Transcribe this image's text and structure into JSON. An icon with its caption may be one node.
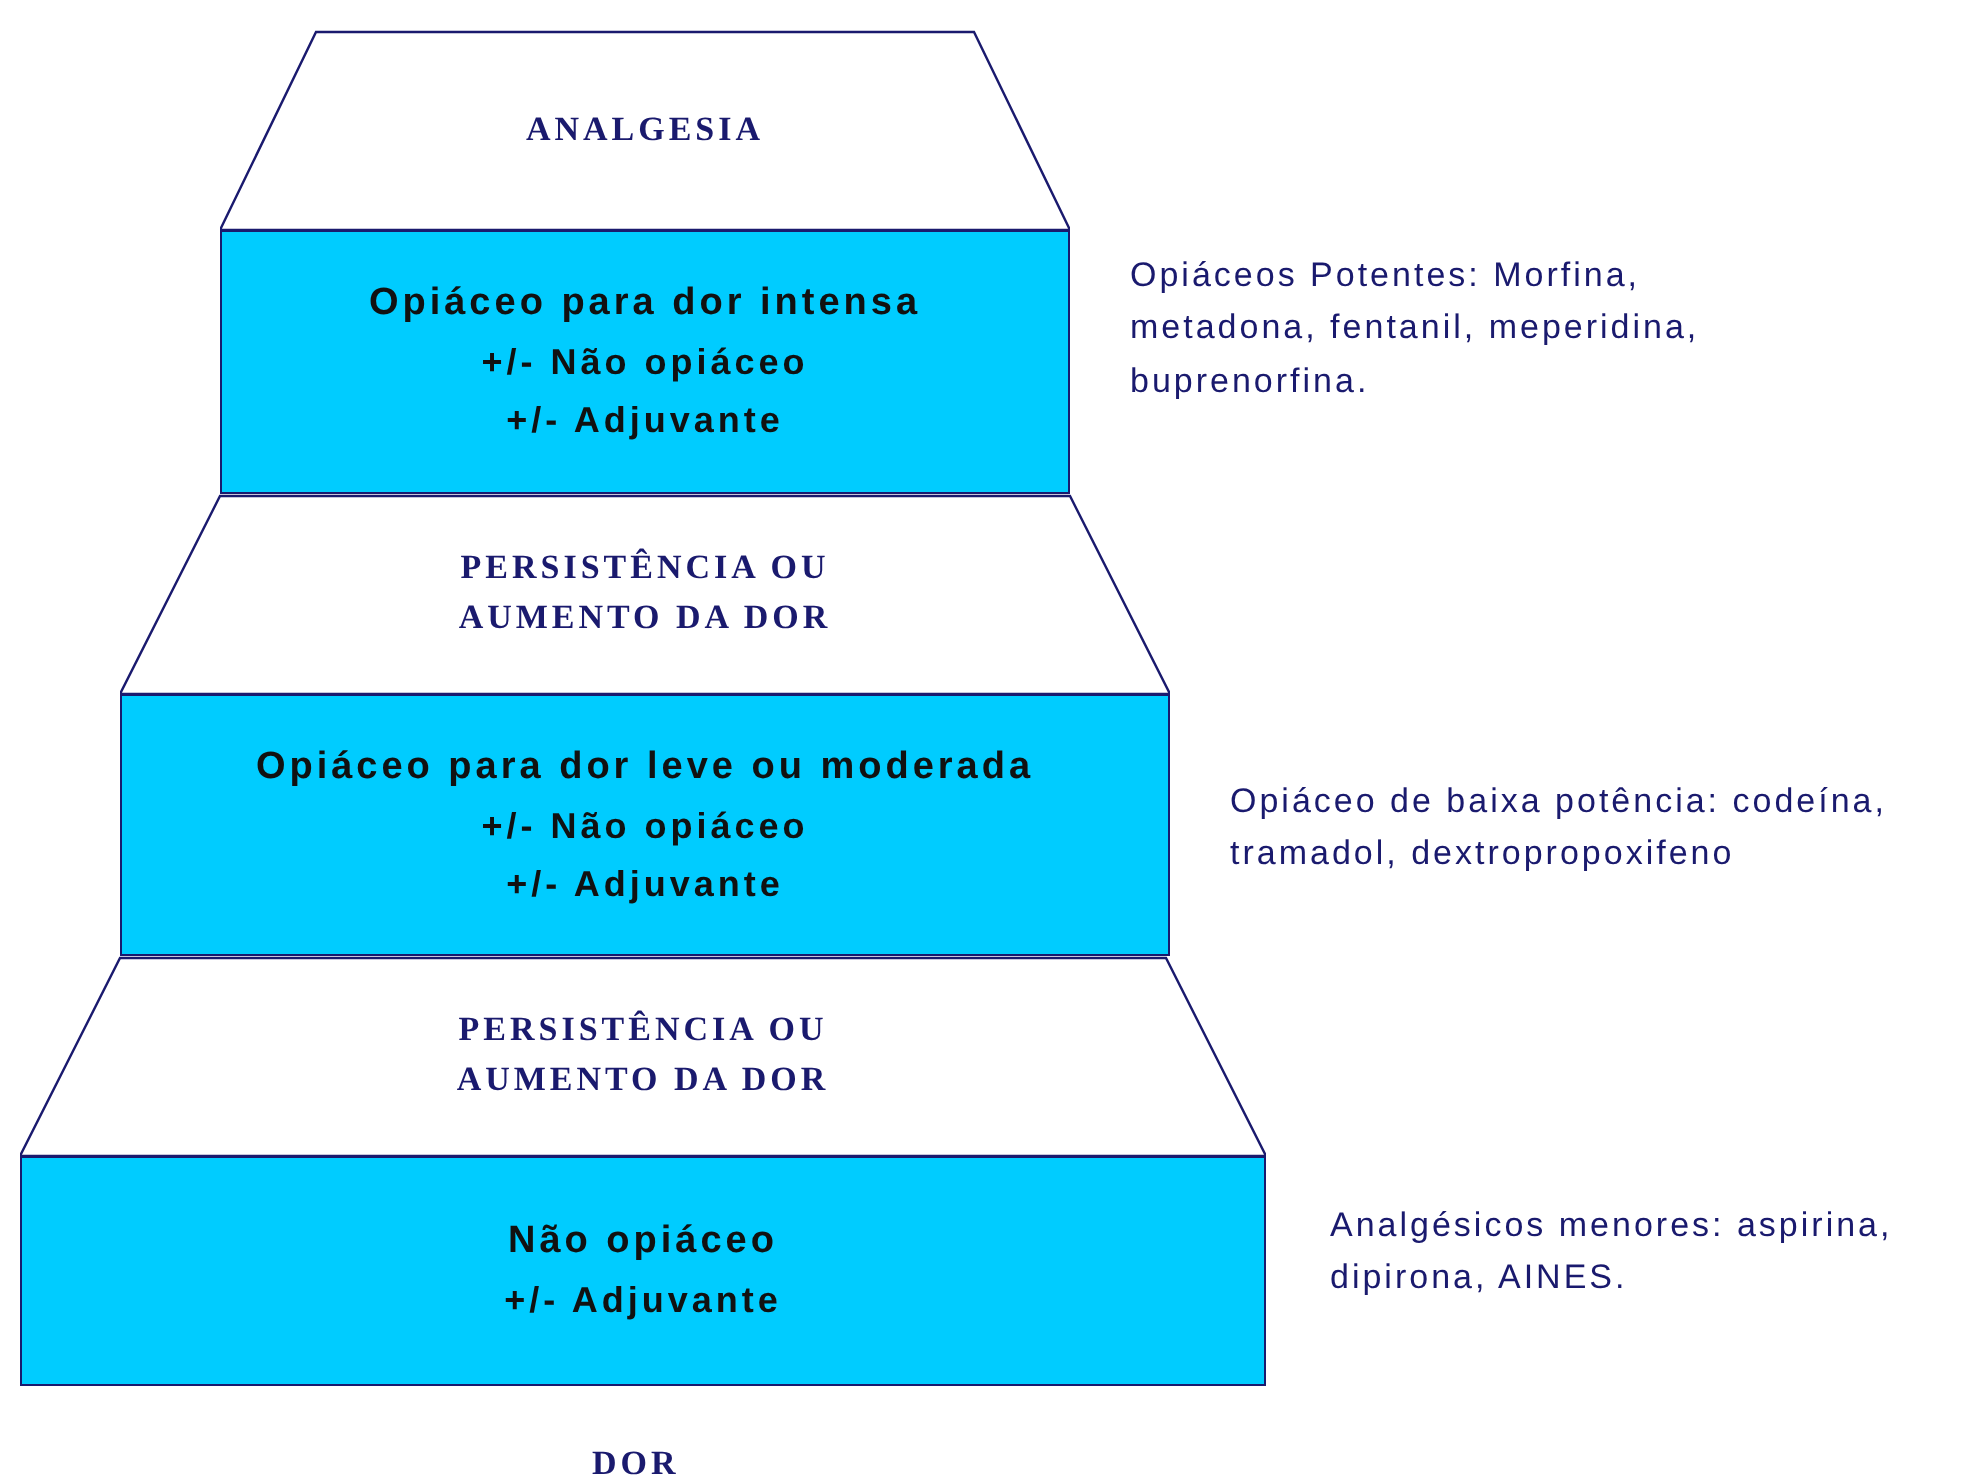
{
  "diagram": {
    "nodes": [
      {
        "text": [
          "ANALGESIA"
        ]
      },
      {
        "text": [
          "Opiáceo para dor intensa",
          "+/- Não opiáceo",
          "+/- Adjuvante"
        ],
        "beside": [
          "Opiáceos Potentes: Morfina, metadona, fentanil, meperidina, buprenorfina."
        ]
      },
      {
        "text": [
          "PERSISTÊNCIA OU AUMENTO DA DOR"
        ]
      },
      {
        "text": [
          "Opiáceo para dor leve ou moderada",
          "+/- Não opiáceo",
          "+/- Adjuvante"
        ],
        "beside": [
          "Opiáceo de baixa potência: codeína, tramadol, dextropropoxifeno"
        ]
      },
      {
        "text": [
          "PERSISTÊNCIA OU AUMENTO DA DOR"
        ]
      },
      {
        "text": [
          "Não opiáceo",
          "+/- Adjuvante"
        ],
        "beside": [
          "Analgésicos menores: aspirina, dipirona, AINES."
        ]
      }
    ],
    "edges": [],
    "labels": [
      "DOR"
    ]
  }
}
